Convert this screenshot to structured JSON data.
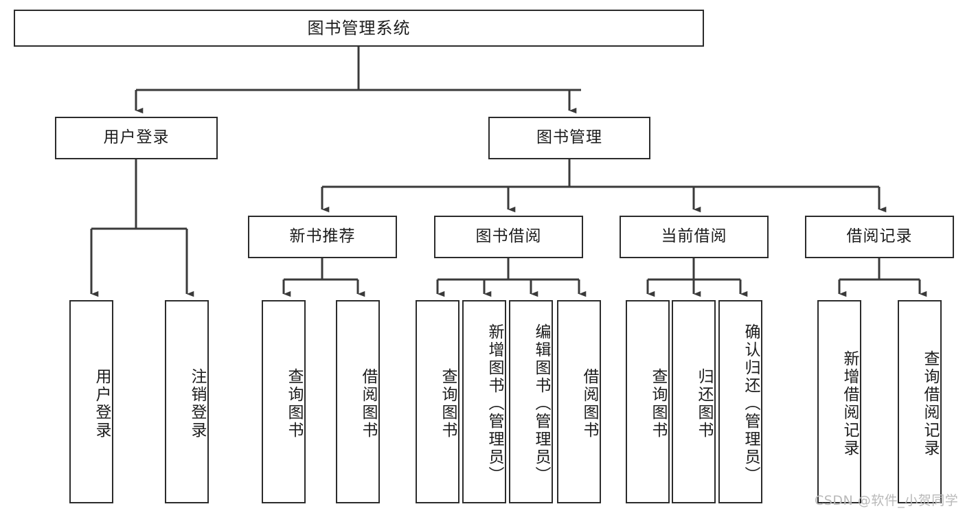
{
  "diagram": {
    "title": "图书管理系统",
    "root": {
      "label": "图书管理系统"
    },
    "level2": [
      {
        "label": "用户登录"
      },
      {
        "label": "图书管理"
      }
    ],
    "level3": [
      {
        "label": "新书推荐"
      },
      {
        "label": "图书借阅"
      },
      {
        "label": "当前借阅"
      },
      {
        "label": "借阅记录"
      }
    ],
    "leaves": {
      "user_login": [
        {
          "label": "用户登录"
        },
        {
          "label": "注销登录"
        }
      ],
      "new_book": [
        {
          "label": "查询图书"
        },
        {
          "label": "借阅图书"
        }
      ],
      "book_borrow": [
        {
          "label": "查询图书"
        },
        {
          "label": "新增图书（管理员）"
        },
        {
          "label": "编辑图书（管理员）"
        },
        {
          "label": "借阅图书"
        }
      ],
      "current_borrow": [
        {
          "label": "查询图书"
        },
        {
          "label": "归还图书"
        },
        {
          "label": "确认归还（管理员）"
        }
      ],
      "borrow_record": [
        {
          "label": "新增借阅记录"
        },
        {
          "label": "查询借阅记录"
        }
      ]
    }
  },
  "watermark": {
    "text": "CSDN @软件_小贺同学"
  },
  "colors": {
    "box_border": "#2b2b2b",
    "box_fill": "#ffffff",
    "line": "#3a3a3a",
    "text": "#1c1c1c",
    "watermark": "#b9b9b9",
    "background": "#ffffff"
  }
}
